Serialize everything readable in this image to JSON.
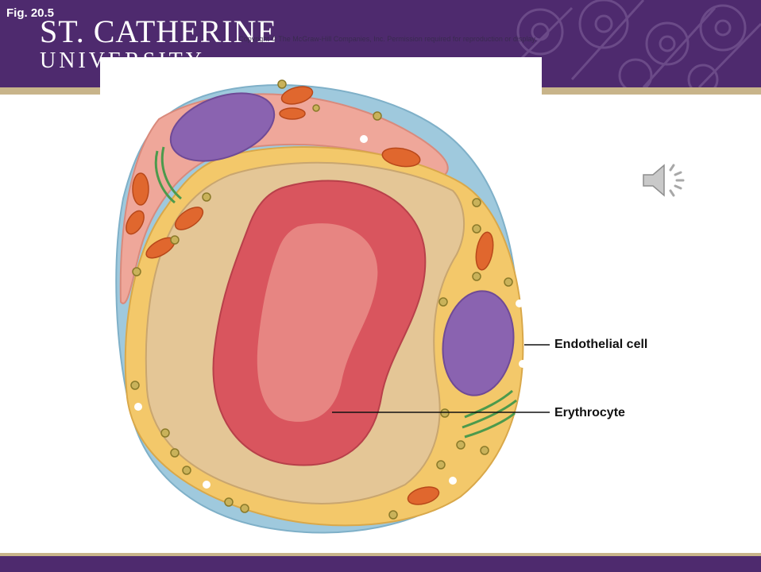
{
  "slide": {
    "figure_number": "Fig. 20.5",
    "logo": {
      "line1": "ST. CATHERINE",
      "line2": "UNIVERSITY"
    },
    "copyright": "Copyright © The McGraw-Hill Companies, Inc. Permission required for reproduction or display.",
    "labels": {
      "endothelial": "Endothelial cell",
      "erythrocyte": "Erythrocyte"
    },
    "icons": {
      "audio": "speaker-icon"
    },
    "colors": {
      "header": "#4e2a6e",
      "accent_stripe": "#c8b48a",
      "erythrocyte": "#d9555e",
      "nucleus": "#8a63b0",
      "basement_membrane": "#9fc9dd",
      "endothelium": "#f3c86a",
      "mitochondria": "#e0672e"
    }
  }
}
